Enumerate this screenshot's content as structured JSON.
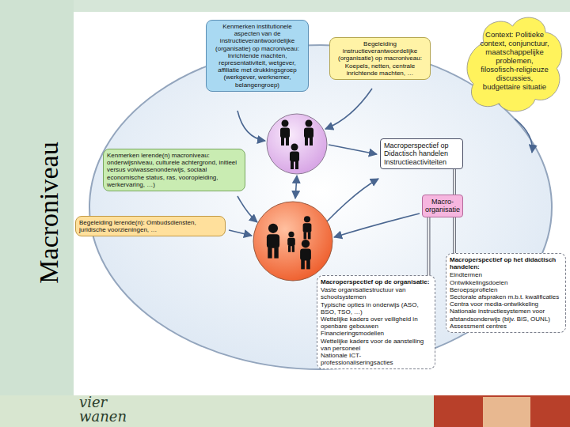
{
  "diagram": {
    "nodes": [
      {
        "text": [
          "Kenmerken institutionele aspecten van de instructieverantwoordelijke (organisatie) op macroniveau: Inrichtende machten, representativiteit, wetgever, affiliatie met drukkingsgroep (werkgever, werknemer, belangengroep)"
        ]
      },
      {
        "text": [
          "Begeleiding instructieverantwoordelijke (organisatie) op macroniveau: Koepels, netten, centrale inrichtende machten, …"
        ]
      },
      {
        "text": [
          "Context: Politieke context, conjunctuur, maatschappelijke problemen, filosofisch-religieuze discussies, budgettaire situatie"
        ]
      },
      {
        "text": [
          "Kenmerken lerende(n) macroniveau: onderwijsniveau, culturele achtergrond, initieel versus volwassenonderwijs, sociaal economische status, ras, vooropleiding, werkervaring, …)"
        ]
      },
      {
        "text": [
          "Macroperspectief op Didactisch handelen Instructieactiviteiten"
        ]
      },
      {
        "text": [
          "Begeleiding lerende(n): Ombudsdiensten, juridische voorzieningen, …"
        ]
      },
      {
        "text": [
          "Macro-organisatie"
        ]
      },
      {
        "text": [
          "Macroperspectief op het didactisch handelen:",
          "Eindtermen",
          "Ontwikkelingsdoelen",
          "Beroepsprofielen",
          "Sectorale afspraken m.b.t. kwalificaties",
          "Centra voor media-ontwikkeling",
          "Nationale instructiesystemen voor afstandsonderwijs (bijv. BIS, OUNL)",
          "Assessment centres"
        ]
      },
      {
        "text": [
          "Macroperspectief op de organisatie:",
          "Vaste organisatiestructuur van schoolsystemen",
          "Typische opties in onderwijs (ASO, BSO, TSO, …)",
          "Wettelijke kaders over veiligheid in openbare gebouwen",
          "Financieringsmodellen",
          "Wettelijke kaders voor de aanstelling van personeel",
          "Nationale ICT-professionaliseringsacties"
        ]
      }
    ],
    "edges": [
      {
        "from": 4,
        "to": 7,
        "arrow": "none"
      },
      {
        "from": 6,
        "to": 8,
        "arrow": "none"
      }
    ],
    "labels": [
      "Macroniveau",
      "vier",
      "wanen"
    ]
  }
}
